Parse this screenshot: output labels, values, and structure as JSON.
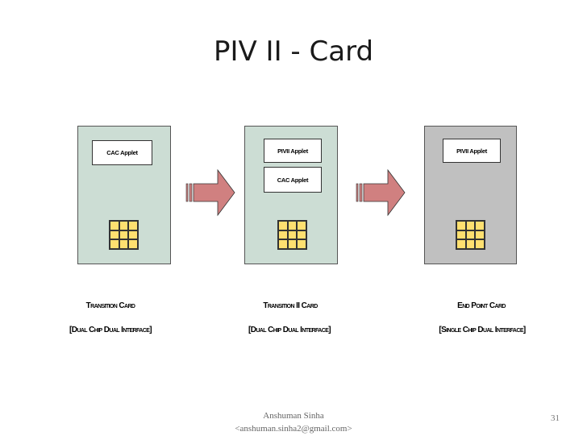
{
  "title": "PIV II - Card",
  "cards": [
    {
      "applets": [
        "CAC Applet"
      ],
      "caption": "Transition Card",
      "subcaption": "[Dual Chip Dual Interface]"
    },
    {
      "applets": [
        "PIVII Applet",
        "CAC Applet"
      ],
      "caption": "Transition II Card",
      "subcaption": "[Dual Chip Dual Interface]"
    },
    {
      "applets": [
        "PIVII Applet"
      ],
      "caption": "End Point Card",
      "subcaption": "[Single Chip Dual Interface]"
    }
  ],
  "colors": {
    "card_green": "#ccddd4",
    "card_gray": "#c0c0c0",
    "chip": "#ffe070",
    "arrow": "#d08080"
  },
  "footer": {
    "author": "Anshuman Sinha",
    "email": "<anshuman.sinha2@gmail.com>"
  },
  "page_number": "31"
}
